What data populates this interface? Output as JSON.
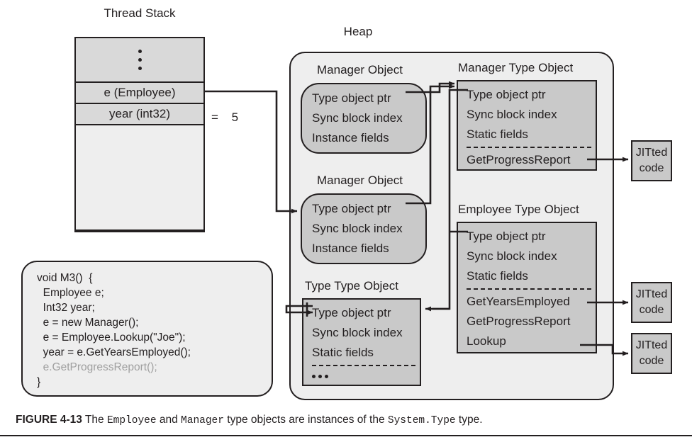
{
  "figure": {
    "caption_number": "FIGURE 4-13",
    "caption_part1": " The ",
    "caption_code1": "Employee",
    "caption_part2": " and ",
    "caption_code2": "Manager",
    "caption_part3": " type objects are instances of the ",
    "caption_code3": "System.Type",
    "caption_part4": " type."
  },
  "thread_stack": {
    "title": "Thread Stack",
    "rows": [
      {
        "label": "",
        "kind": "ellipsis"
      },
      {
        "label": "e (Employee)",
        "kind": "slot"
      },
      {
        "label": "year (int32)",
        "kind": "slot"
      },
      {
        "label": "",
        "kind": "empty"
      }
    ],
    "year_value_text": "=  5"
  },
  "code_block": {
    "lines": [
      {
        "text": "void M3()  {",
        "dim": false
      },
      {
        "text": "  Employee e;",
        "dim": false
      },
      {
        "text": "  Int32 year;",
        "dim": false
      },
      {
        "text": "  e = new Manager();",
        "dim": false
      },
      {
        "text": "  e = Employee.Lookup(\"Joe\");",
        "dim": false
      },
      {
        "text": "  year = e.GetYearsEmployed();",
        "dim": false
      },
      {
        "text": "  e.GetProgressReport();",
        "dim": true
      },
      {
        "text": "}",
        "dim": false
      }
    ]
  },
  "heap": {
    "title": "Heap",
    "manager_object_1": {
      "caption": "Manager Object",
      "rows": [
        "Type object ptr",
        "Sync block index",
        "Instance fields"
      ]
    },
    "manager_object_2": {
      "caption": "Manager Object",
      "rows": [
        "Type object ptr",
        "Sync block index",
        "Instance fields"
      ]
    },
    "type_type_object": {
      "caption": "Type Type Object",
      "fields": [
        "Type object ptr",
        "Sync block index",
        "Static fields"
      ],
      "methods": [
        "…"
      ]
    },
    "manager_type_object": {
      "caption": "Manager Type Object",
      "fields": [
        "Type object ptr",
        "Sync block index",
        "Static fields"
      ],
      "methods": [
        "GetProgressReport"
      ]
    },
    "employee_type_object": {
      "caption": "Employee Type Object",
      "fields": [
        "Type object ptr",
        "Sync block index",
        "Static fields"
      ],
      "methods": [
        "GetYearsEmployed",
        "GetProgressReport",
        "Lookup"
      ]
    }
  },
  "jitted_code": [
    {
      "line1": "JITted",
      "line2": "code"
    },
    {
      "line1": "JITted",
      "line2": "code"
    },
    {
      "line1": "JITted",
      "line2": "code"
    }
  ],
  "colors": {
    "stroke": "#231f20",
    "object_fill": "#c9c9c9",
    "container_fill": "#eeeeee",
    "stack_slot_fill": "#d9d9d9",
    "dim_text": "#a0a0a0",
    "page_bg": "#ffffff"
  }
}
